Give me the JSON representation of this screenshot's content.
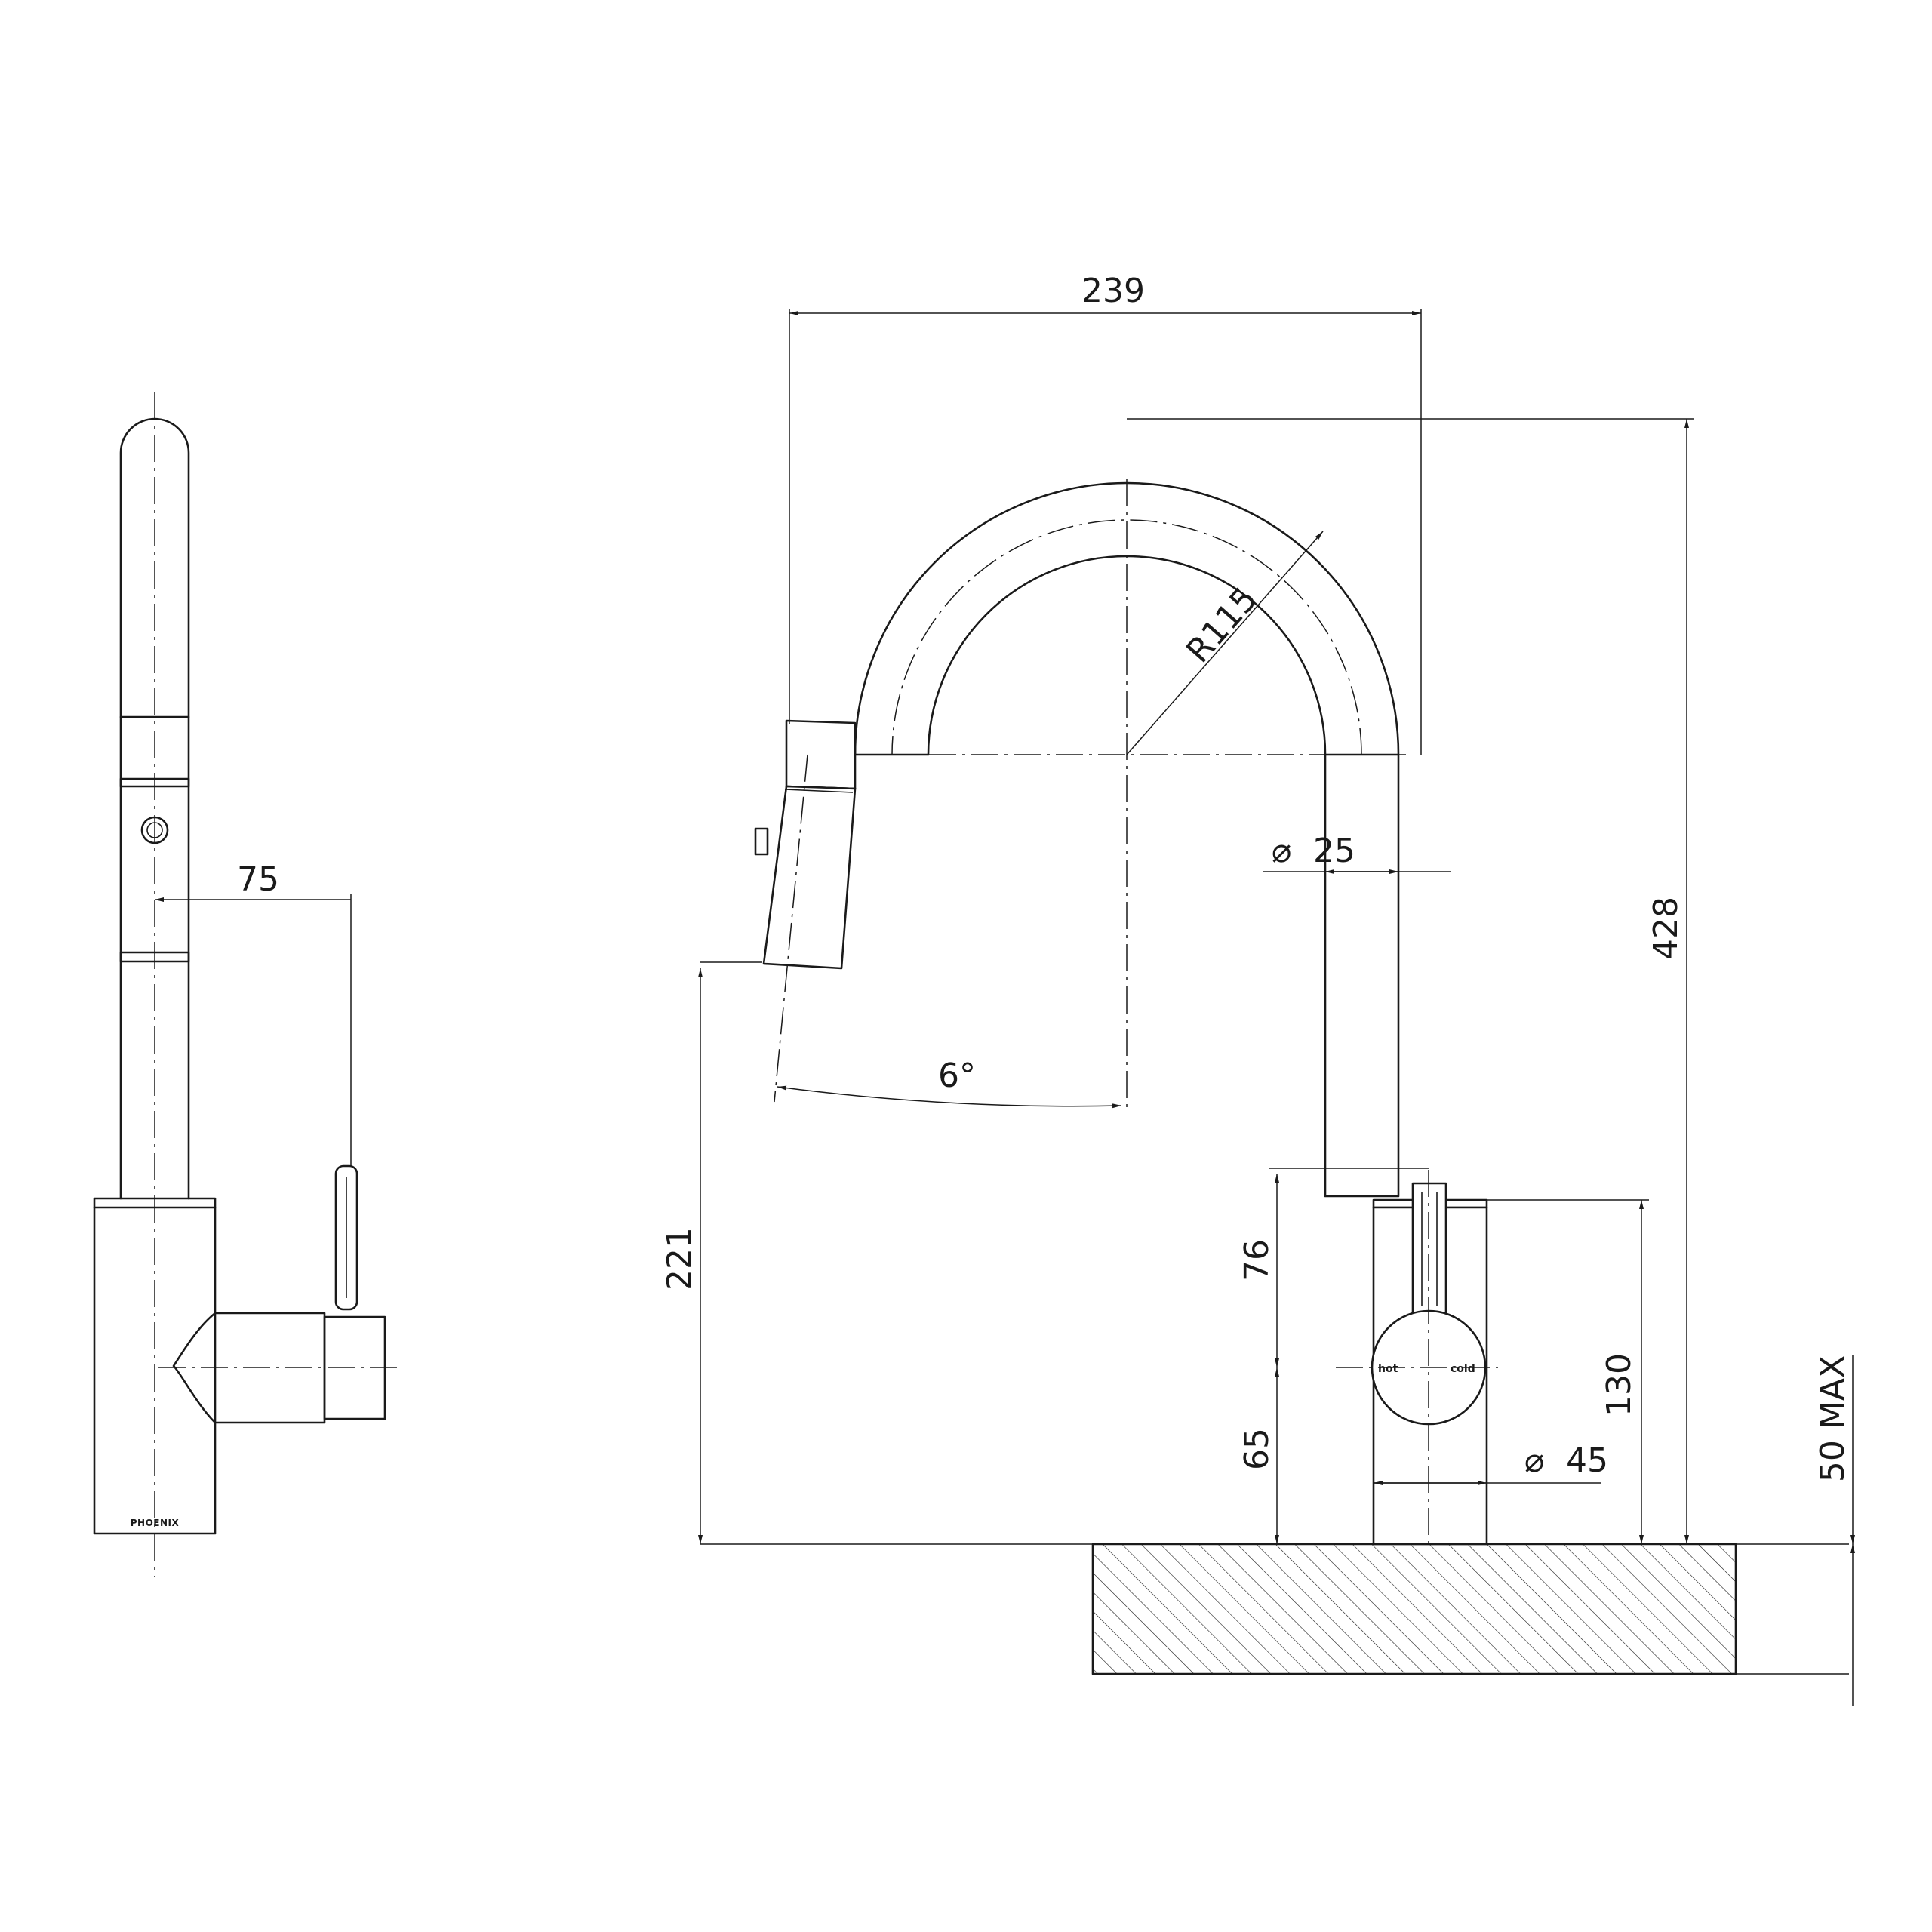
{
  "dimensions": {
    "outlet_projection": "75",
    "overall_reach": "239",
    "overall_height": "428",
    "spout_radius": "R115",
    "spout_diameter": "25",
    "spout_angle": "6°",
    "outlet_height": "221",
    "handle_height": "76",
    "handle_center_height": "65",
    "body_height": "130",
    "body_diameter": "45",
    "bench_thickness": "50 MAX"
  },
  "labels": {
    "hot": "hot",
    "cold": "cold",
    "brand": "PHOENIX",
    "diameter_symbol": "⌀"
  }
}
